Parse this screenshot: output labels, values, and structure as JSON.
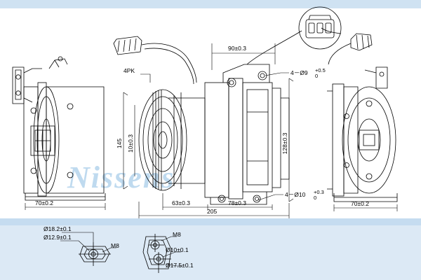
{
  "page": {
    "background": "#ffffff",
    "band_color_top": "#cfe2f2",
    "band_color_bottom": "#dce9f5",
    "watermark": "Nissens"
  },
  "drawing": {
    "title": "Air conditioning compressor technical drawing",
    "views": [
      "left-side-view",
      "front-view",
      "right-side-view",
      "detail-bracket-bottom-left",
      "detail-bracket-bottom-center"
    ]
  },
  "dimensions": {
    "pulley_belt": "4PK",
    "width_left_flange": "70±0.2",
    "width_right_flange": "70±0.2",
    "height_pulley": "145",
    "height_tolerance": "10±0.3",
    "top_span": "90±0.3",
    "right_height": "128±0.3",
    "mid_span": "63±0.3",
    "right_span": "78±0.3",
    "total_length": "205",
    "hole_top_right": "4－Ø9",
    "hole_top_right_tol_up": "+0.5",
    "hole_top_right_tol_dn": "0",
    "hole_bottom_right": "4－Ø10",
    "hole_bottom_right_tol_up": "+0.3",
    "hole_bottom_right_tol_dn": "0"
  },
  "details": {
    "left": {
      "d1": "Ø18.2±0.1",
      "d2": "Ø12.9±0.1",
      "thread": "M8"
    },
    "center": {
      "thread": "M8",
      "d1": "Ø10±0.1",
      "d2": "Ø17.5±0.1"
    }
  }
}
